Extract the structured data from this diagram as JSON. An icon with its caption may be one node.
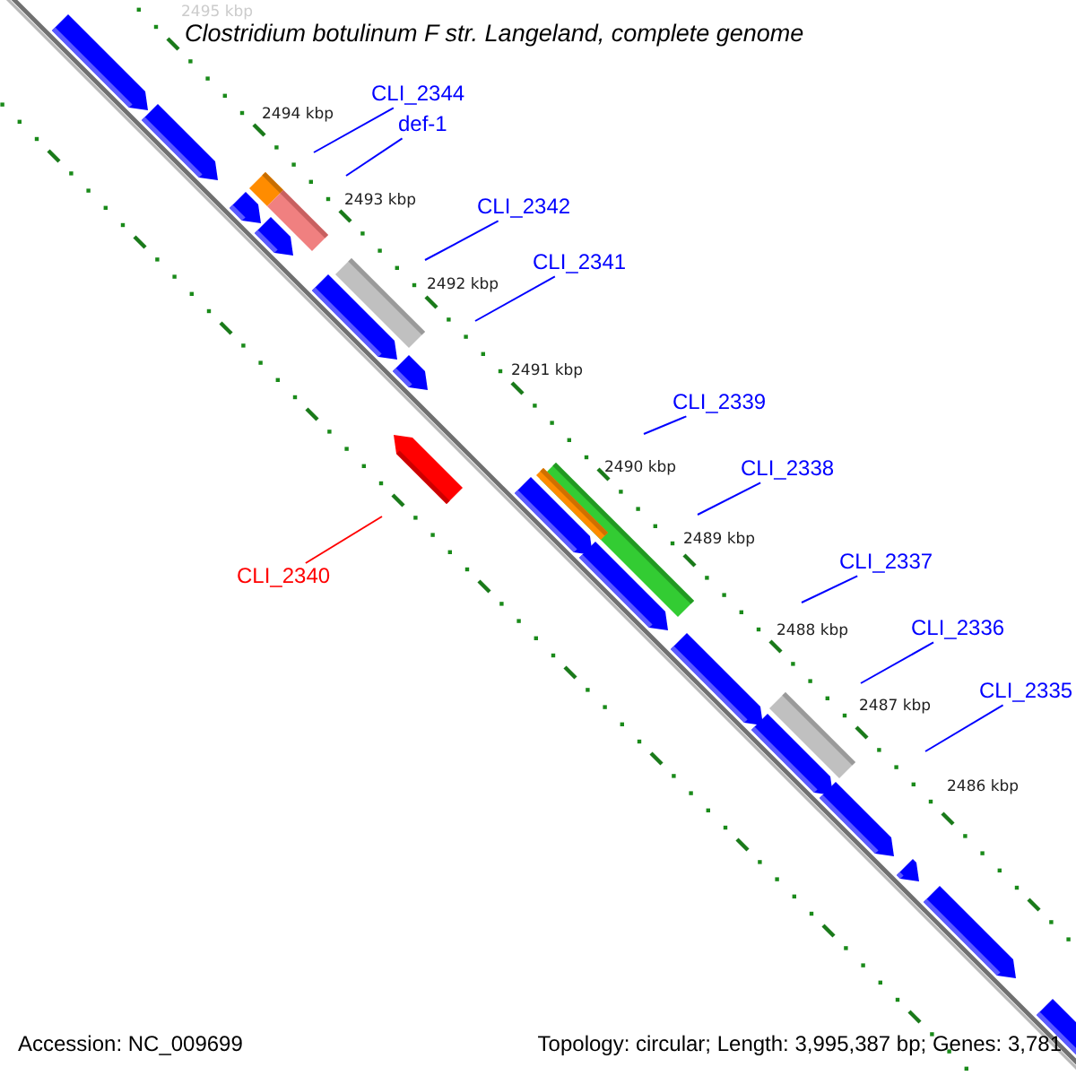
{
  "diagram": {
    "title": "Clostridium botulinum F str. Langeland, complete genome",
    "nodes": [
      {
        "text": [
          "CLI_2344"
        ]
      },
      {
        "text": [
          "def-1"
        ]
      },
      {
        "text": [
          "CLI_2342"
        ]
      },
      {
        "text": [
          "CLI_2341"
        ]
      },
      {
        "text": [
          "CLI_2340"
        ]
      },
      {
        "text": [
          "CLI_2339"
        ]
      },
      {
        "text": [
          "CLI_2338"
        ]
      },
      {
        "text": [
          "CLI_2337"
        ]
      },
      {
        "text": [
          "CLI_2336"
        ]
      },
      {
        "text": [
          "CLI_2335"
        ]
      }
    ],
    "edges": [
      {
        "from": 0,
        "to": null,
        "arrow": "none"
      },
      {
        "from": 1,
        "to": null,
        "arrow": "none"
      },
      {
        "from": 2,
        "to": null,
        "arrow": "none"
      },
      {
        "from": 3,
        "to": null,
        "arrow": "none"
      },
      {
        "from": 4,
        "to": null,
        "arrow": "none",
        "color": "#ff0000"
      },
      {
        "from": 5,
        "to": null,
        "arrow": "none"
      },
      {
        "from": 6,
        "to": null,
        "arrow": "none"
      },
      {
        "from": 7,
        "to": null,
        "arrow": "none"
      },
      {
        "from": 8,
        "to": null,
        "arrow": "none"
      },
      {
        "from": 9,
        "to": null,
        "arrow": "none"
      }
    ],
    "labels": [
      "2495 kbp",
      "2494 kbp",
      "2493 kbp",
      "2492 kbp",
      "2491 kbp",
      "2490 kbp",
      "2489 kbp",
      "2488 kbp",
      "2487 kbp",
      "2486 kbp",
      "Accession: NC_009699",
      "Topology: circular; Length: 3,995,387 bp; Genes: 3,781"
    ]
  }
}
